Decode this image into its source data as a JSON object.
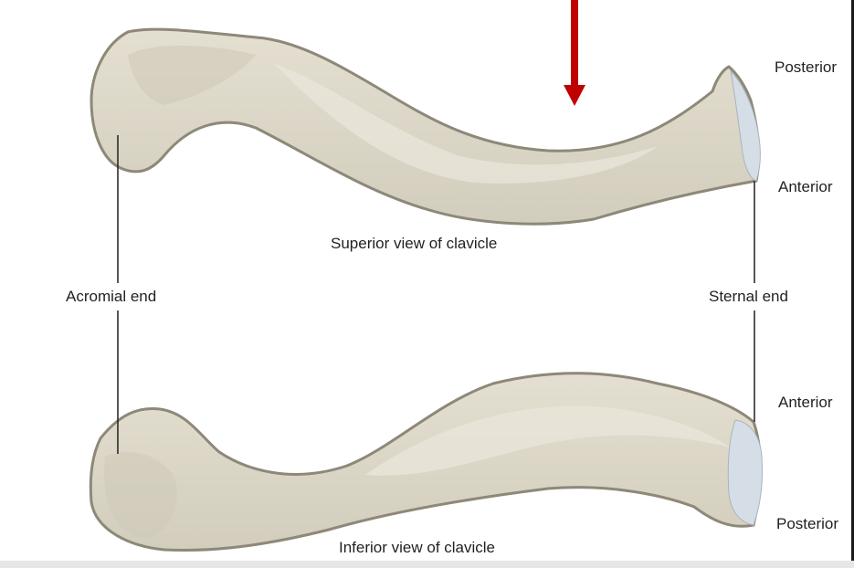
{
  "labels": {
    "posterior_top": "Posterior",
    "anterior_top": "Anterior",
    "superior_caption": "Superior view of clavicle",
    "acromial_end": "Acromial end",
    "sternal_end": "Sternal end",
    "anterior_bottom": "Anterior",
    "inferior_caption": "Inferior view of clavicle",
    "posterior_bottom": "Posterior"
  },
  "colors": {
    "bone_fill": "#ddd8c8",
    "bone_outline": "#8d8878",
    "cartilage": "#d5dee6",
    "arrow": "#c00000",
    "leader_line": "#231f20"
  }
}
